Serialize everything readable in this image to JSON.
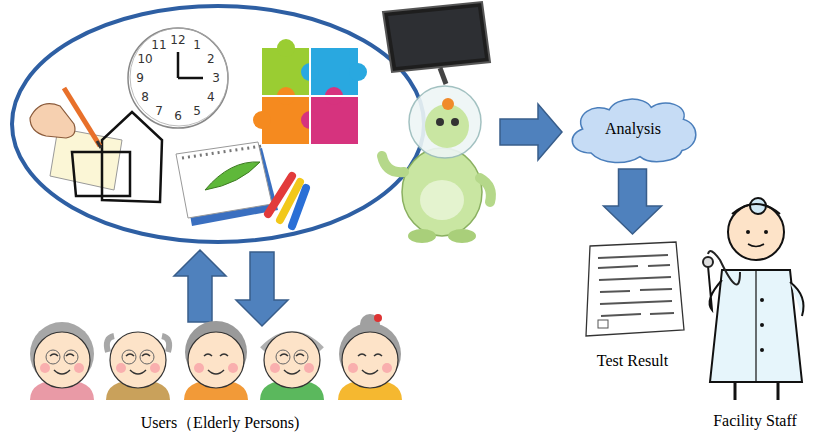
{
  "diagram": {
    "nodes": [
      {
        "text": [
          "Analysis"
        ]
      },
      {
        "text": [
          "Test Result"
        ]
      },
      {
        "text": [
          "Facility Staff"
        ]
      },
      {
        "text": [
          "Users（Elderly Persons)"
        ]
      }
    ],
    "edges": [
      {
        "from": 0,
        "to": 1,
        "arrow": "to"
      }
    ],
    "labels": [
      "12",
      "1",
      "2",
      "3",
      "4",
      "5",
      "6",
      "7",
      "8",
      "9",
      "10",
      "11"
    ]
  }
}
